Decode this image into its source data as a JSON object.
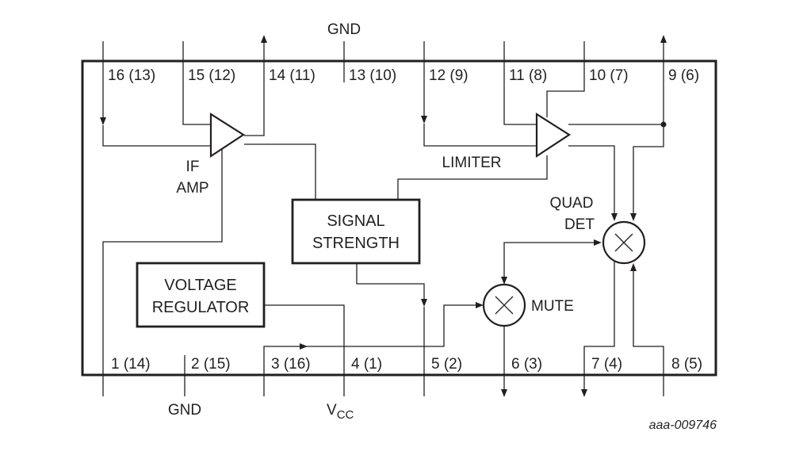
{
  "pins_top": [
    "16 (13)",
    "15 (12)",
    "14 (11)",
    "13 (10)",
    "12 (9)",
    "11 (8)",
    "10 (7)",
    "9 (6)"
  ],
  "pins_bottom": [
    "1 (14)",
    "2 (15)",
    "3 (16)",
    "4 (1)",
    "5 (2)",
    "6 (3)",
    "7 (4)",
    "8 (5)"
  ],
  "labels": {
    "gnd_top": "GND",
    "gnd_bottom": "GND",
    "vcc_main": "V",
    "vcc_sub": "CC",
    "if_amp_line1": "IF",
    "if_amp_line2": "AMP",
    "limiter": "LIMITER",
    "quad_det_line1": "QUAD",
    "quad_det_line2": "DET",
    "mute": "MUTE",
    "signal_strength_line1": "SIGNAL",
    "signal_strength_line2": "STRENGTH",
    "voltage_regulator_line1": "VOLTAGE",
    "voltage_regulator_line2": "REGULATOR",
    "figure_id": "aaa-009746"
  }
}
